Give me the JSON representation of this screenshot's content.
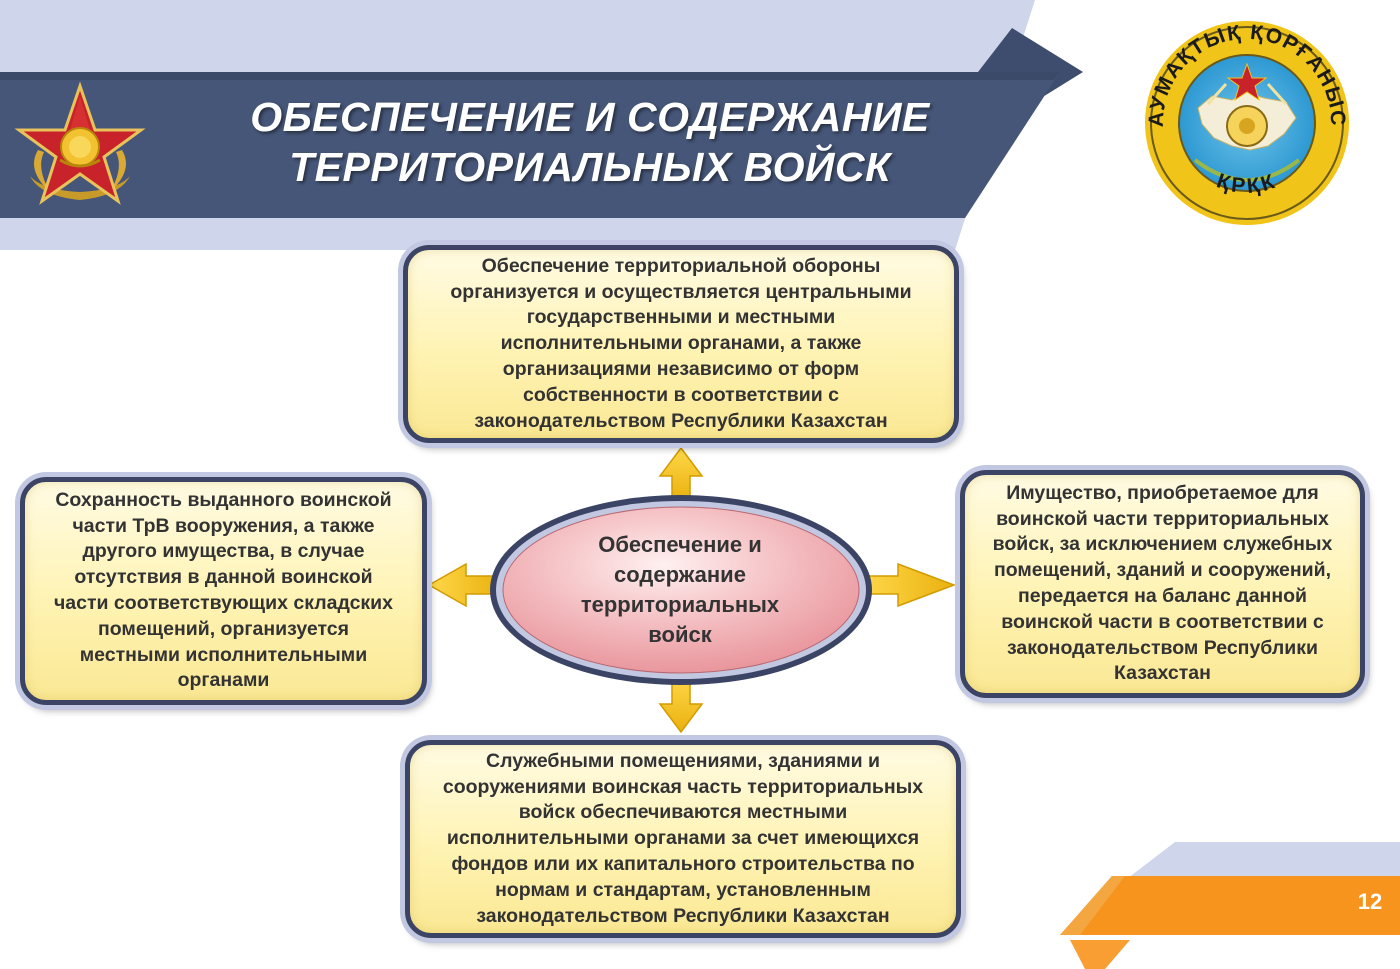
{
  "slide": {
    "title_lines": [
      "ОБЕСПЕЧЕНИЕ И СОДЕРЖАНИЕ",
      "ТЕРРИТОРИАЛЬНЫХ ВОЙСК"
    ],
    "page_number": "12"
  },
  "emblem": {
    "top_text": "АУМАҚТЫҚ ҚОРҒАНЫС",
    "bottom_text": "ҚРҚК"
  },
  "diagram": {
    "center": "Обеспечение и\nсодержание\nтерриториальных\nвойск",
    "top": "Обеспечение территориальной обороны\nорганизуется и осуществляется центральными\nгосударственными и местными\nисполнительными органами, а также\nорганизациями независимо от форм\nсобственности в соответствии с\nзаконодательством Республики Казахстан",
    "left": "Сохранность выданного воинской\nчасти ТрВ вооружения, а также\nдругого имущества, в случае\nотсутствия в данной воинской\nчасти соответствующих складских\nпомещений, организуется\nместными исполнительными\nорганами",
    "right": "Имущество, приобретаемое для\nвоинской части территориальных\nвойск, за исключением служебных\nпомещений, зданий и сооружений,\nпередается на баланс данной\nвоинской части в соответствии с\nзаконодательством Республики\nКазахстан",
    "bottom": "Служебными помещениями, зданиями и\nсооружениями воинская часть территориальных\nвойск обеспечиваются местными\nисполнительными органами за счет имеющихся\nфондов или их капитального строительства по\nнормам и стандартам, установленным\nзаконодательством Республики Казахстан"
  },
  "colors": {
    "banner": "#465678",
    "banner_light": "#cfd5ea",
    "box_fill": "#fff3b3",
    "box_border": "#3b4464",
    "arrow": "#f0be16",
    "center_fill": "#f3b5b9",
    "accent_orange": "#f7941d"
  }
}
